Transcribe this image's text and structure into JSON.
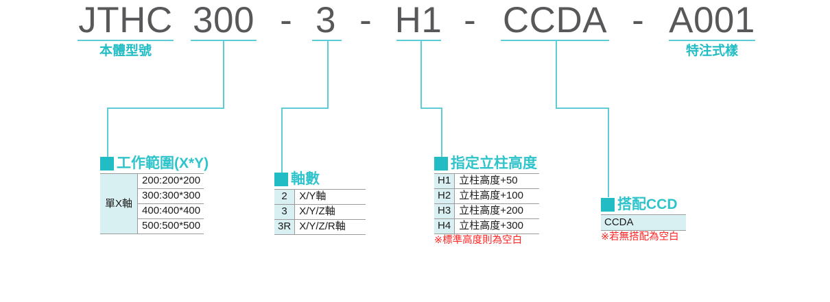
{
  "model_code": {
    "segments": [
      {
        "text": "JTHC",
        "caption": "本體型號"
      },
      {
        "text": "300",
        "caption": ""
      },
      {
        "text": "3",
        "caption": ""
      },
      {
        "text": "H1",
        "caption": ""
      },
      {
        "text": "CCDA",
        "caption": ""
      },
      {
        "text": "A001",
        "caption": "特注式樣"
      }
    ],
    "separator": "-"
  },
  "groups": {
    "work_range": {
      "title": "工作範圍(X*Y)",
      "axis_label": "單X軸",
      "rows": [
        "200:200*200",
        "300:300*300",
        "400:400*400",
        "500:500*500"
      ]
    },
    "axis_count": {
      "title": "軸數",
      "rows": [
        {
          "key": "2",
          "value": "X/Y軸"
        },
        {
          "key": "3",
          "value": "X/Y/Z軸"
        },
        {
          "key": "3R",
          "value": "X/Y/Z/R軸"
        }
      ]
    },
    "column_height": {
      "title": "指定立柱高度",
      "rows": [
        {
          "key": "H1",
          "value": "立柱高度+50"
        },
        {
          "key": "H2",
          "value": "立柱高度+100"
        },
        {
          "key": "H3",
          "value": "立柱高度+200"
        },
        {
          "key": "H4",
          "value": "立柱高度+300"
        }
      ],
      "note": "※標準高度則為空白"
    },
    "ccd": {
      "title": "搭配CCD",
      "value": "CCDA",
      "note": "※若無搭配為空白"
    }
  },
  "colors": {
    "accent": "#22bdc4",
    "line": "#5ccdd6",
    "code_text": "#58585a",
    "note": "#ff2323",
    "key_cell_bg": "#d9f0f2"
  }
}
